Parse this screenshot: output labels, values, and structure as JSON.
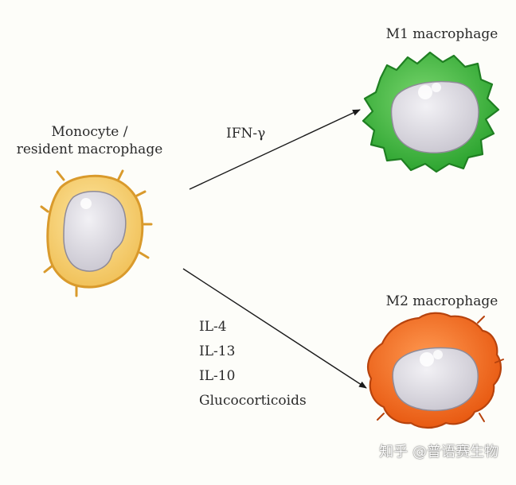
{
  "source": {
    "line1": "Monocyte /",
    "line2": "resident macrophage"
  },
  "m1": {
    "title": "M1 macrophage",
    "stimulus": "IFN-γ"
  },
  "m2": {
    "title": "M2 macrophage",
    "stimuli": [
      "IL-4",
      "IL-13",
      "IL-10",
      "Glucocorticoids"
    ]
  },
  "watermark": "知乎 @普语赛生物",
  "colors": {
    "monocyte_fill": "#f4cf6a",
    "monocyte_stroke": "#d99a2c",
    "m1_fill": "#3cb43c",
    "m1_stroke": "#1f7f22",
    "m2_fill": "#f06a1e",
    "m2_stroke": "#b7430d",
    "nucleus_fill": "#d9d7df",
    "nucleus_stroke": "#8f8b98"
  }
}
